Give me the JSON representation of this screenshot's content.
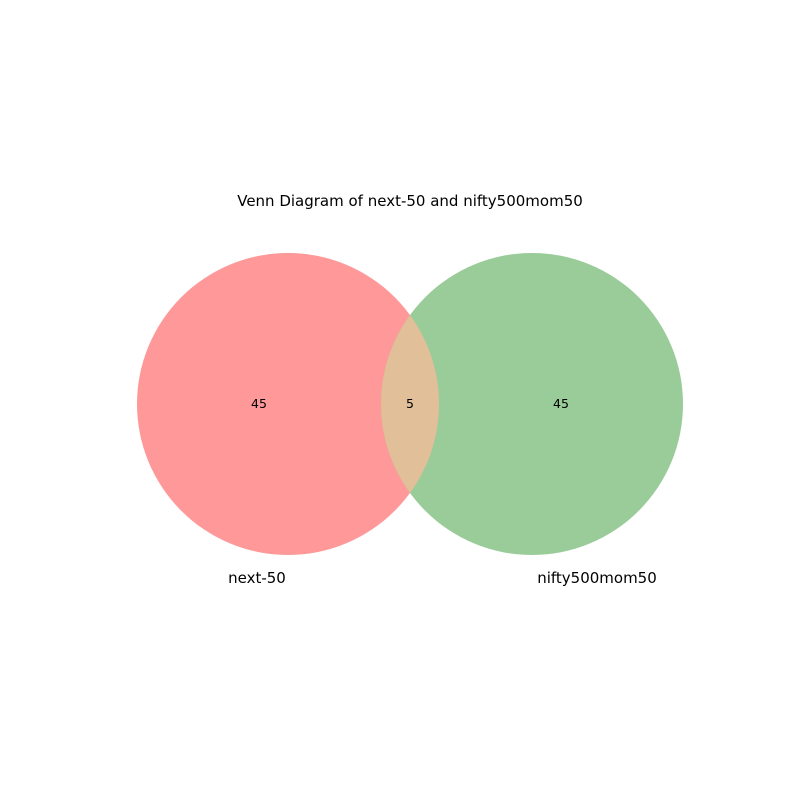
{
  "diagram": {
    "title": "Venn Diagram of next-50 and nifty500mom50",
    "sets": [
      {
        "label": "next-50",
        "only_count": "45",
        "color": "#ff9999"
      },
      {
        "label": "nifty500mom50",
        "only_count": "45",
        "color": "#99cc99"
      }
    ],
    "intersection": {
      "count": "5",
      "color": "#e0bf99"
    }
  }
}
